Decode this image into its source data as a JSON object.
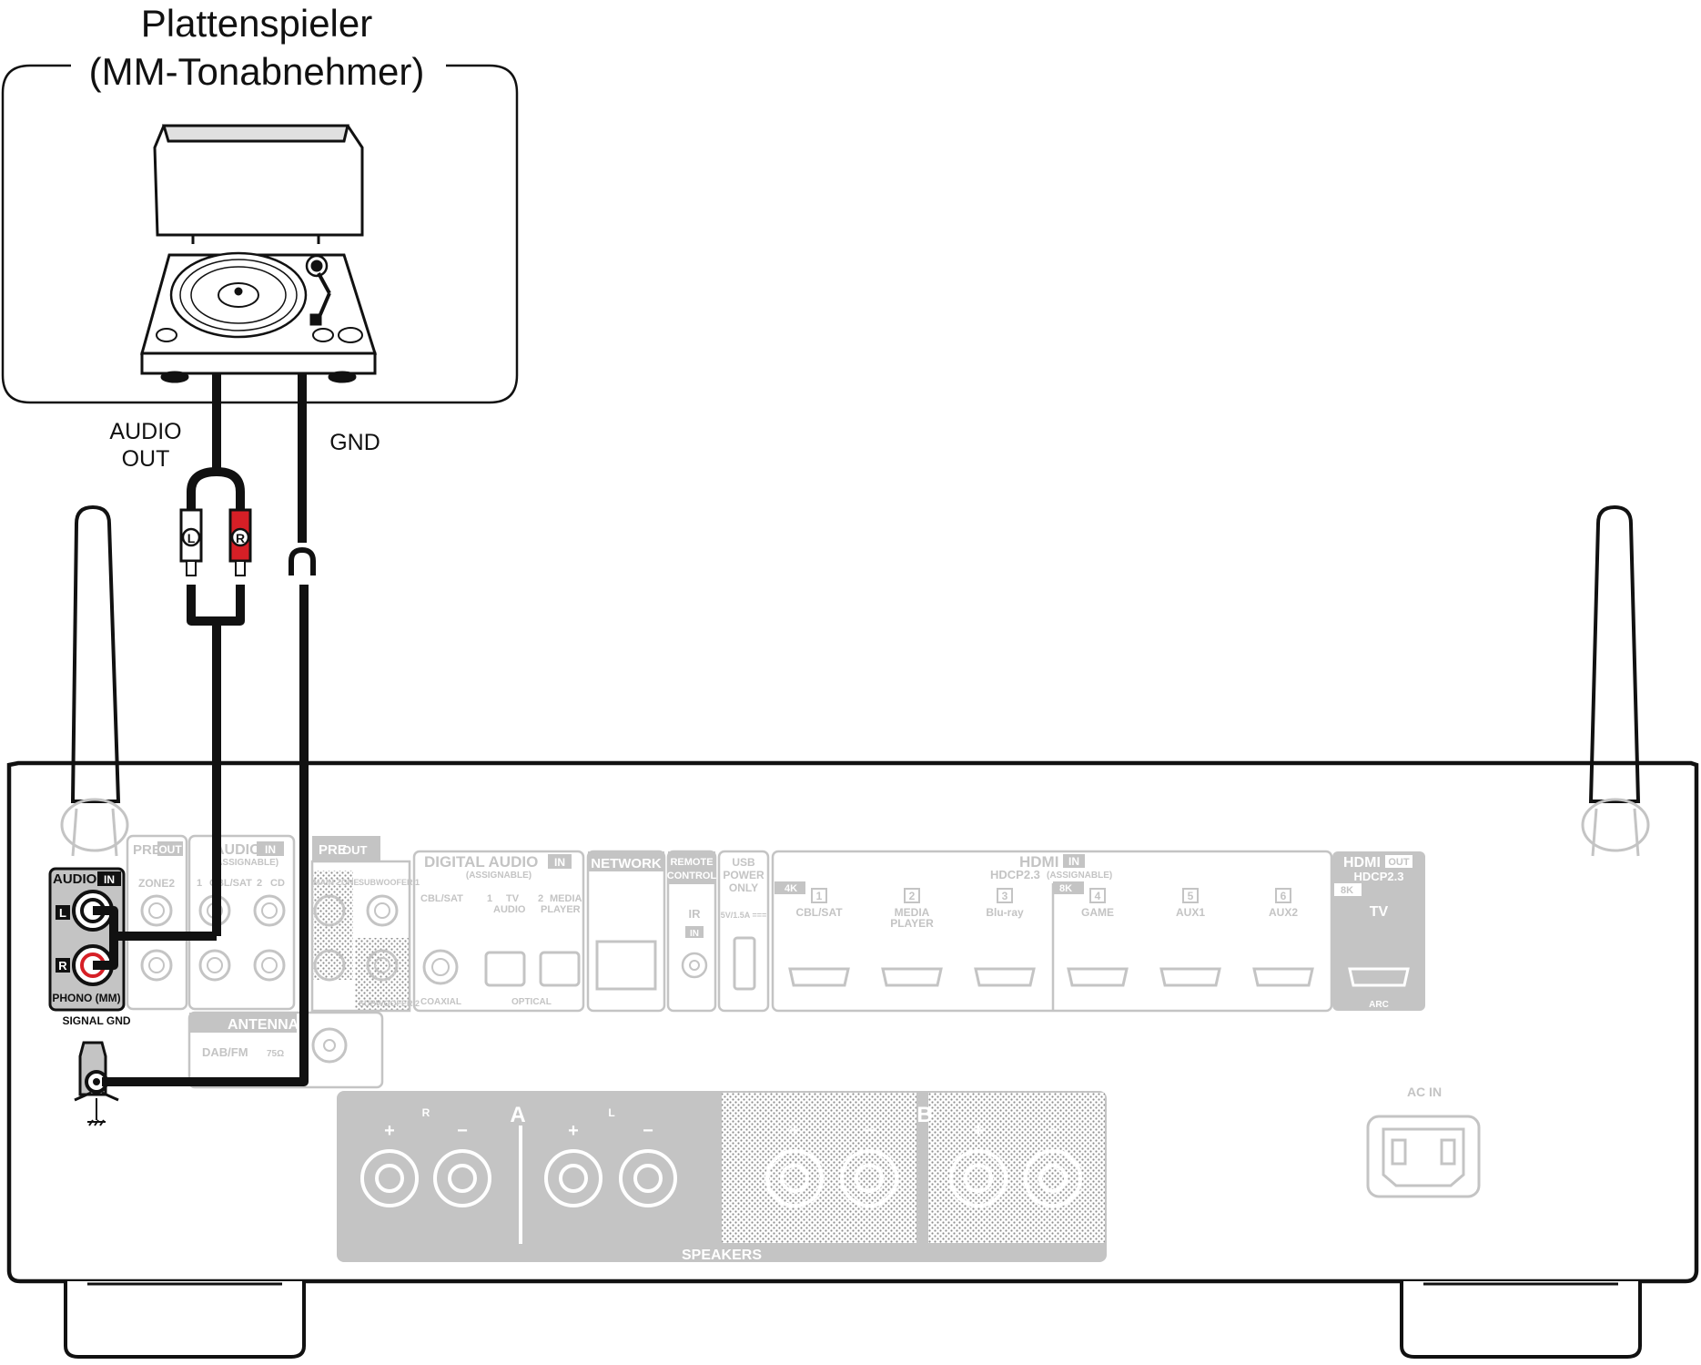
{
  "source_device": {
    "title_line1": "Plattenspieler",
    "title_line2": "(MM-Tonabnehmer)"
  },
  "cable_labels": {
    "audio_out_line1": "AUDIO",
    "audio_out_line2": "OUT",
    "gnd": "GND",
    "plug_left": "L",
    "plug_right": "R"
  },
  "receiver": {
    "audio_in": {
      "title": "AUDIO",
      "badge": "IN",
      "left": "L",
      "right": "R",
      "phono": "PHONO (MM)",
      "signal_gnd": "SIGNAL GND"
    },
    "pre_out_zone2": {
      "title": "PRE",
      "badge": "OUT",
      "sub": "ZONE2"
    },
    "audio_in_assignable": {
      "title": "AUDIO",
      "badge": "IN",
      "sub": "(ASSIGNABLE)",
      "j1": "1",
      "j1_name": "CBL/SAT",
      "j2": "2",
      "j2_name": "CD"
    },
    "pre_out_sub": {
      "title": "PRE",
      "badge": "OUT",
      "main_zone": "MAIN ZONE",
      "sub1": "SUBWOOFER 1",
      "sub2": "SUBWOOFER 2"
    },
    "digital_audio": {
      "title": "DIGITAL AUDIO",
      "badge": "IN",
      "sub": "(ASSIGNABLE)",
      "coax_name": "CBL/SAT",
      "opt1_num": "1",
      "opt1_name_l1": "TV",
      "opt1_name_l2": "AUDIO",
      "opt2_num": "2",
      "opt2_name_l1": "MEDIA",
      "opt2_name_l2": "PLAYER",
      "coaxial": "COAXIAL",
      "optical": "OPTICAL"
    },
    "network": {
      "title": "NETWORK"
    },
    "remote": {
      "title_l1": "REMOTE",
      "title_l2": "CONTROL",
      "ir": "IR",
      "badge": "IN"
    },
    "usb": {
      "l1": "USB",
      "l2": "POWER",
      "l3": "ONLY",
      "rating": "5V/1.5A ==="
    },
    "hdmi_in": {
      "title": "HDMI",
      "badge": "IN",
      "hdcp": "HDCP2.3",
      "assignable": "(ASSIGNABLE)",
      "tag_4k": "4K",
      "tag_8k": "8K",
      "ports": [
        {
          "num": "1",
          "name_l1": "CBL/SAT",
          "name_l2": ""
        },
        {
          "num": "2",
          "name_l1": "MEDIA",
          "name_l2": "PLAYER"
        },
        {
          "num": "3",
          "name_l1": "Blu-ray",
          "name_l2": ""
        },
        {
          "num": "4",
          "name_l1": "GAME",
          "name_l2": ""
        },
        {
          "num": "5",
          "name_l1": "AUX1",
          "name_l2": ""
        },
        {
          "num": "6",
          "name_l1": "AUX2",
          "name_l2": ""
        }
      ]
    },
    "hdmi_out": {
      "title": "HDMI",
      "badge": "OUT",
      "hdcp": "HDCP2.3",
      "tag": "8K",
      "name": "TV",
      "arc": "ARC"
    },
    "antenna": {
      "title": "ANTENNA",
      "band": "DAB/FM",
      "ohm": "75Ω"
    },
    "speakers": {
      "title": "SPEAKERS",
      "zone_a": "A",
      "zone_b": "B",
      "right": "R",
      "left": "L",
      "plus": "+",
      "minus": "−"
    },
    "ac_in": "AC IN"
  },
  "colors": {
    "cable": "#111111",
    "right_channel": "#d61f26",
    "panel_grey": "#c4c4c4"
  }
}
